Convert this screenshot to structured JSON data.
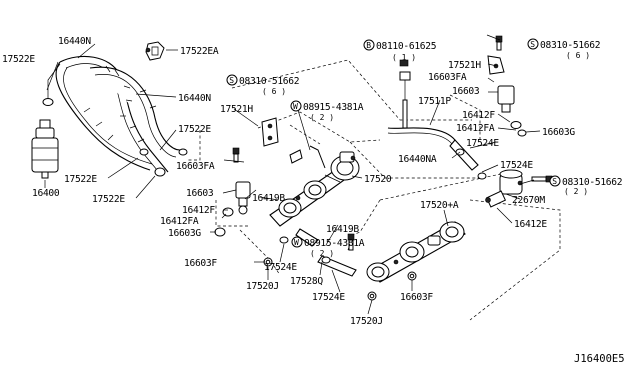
{
  "labels": {
    "l16440N_top": "16440N",
    "l17522E_topleft": "17522E",
    "l17522EA": "17522EA",
    "l16440N_mid": "16440N",
    "l17522E_mid": "17522E",
    "l17522E_lowerA": "17522E",
    "l16400": "16400",
    "l17522E_lowerB": "17522E",
    "l08110": "08110-61625",
    "l08110_qty": "( 1 )",
    "l08310_a": "08310-51662",
    "l08310_a_qty": "( 6 )",
    "l08310_b": "08310-51662",
    "l08310_b_qty": "( 6 )",
    "l08310_c": "08310-51662",
    "l08310_c_qty": "( 2 )",
    "l17521H_a": "17521H",
    "l17521H_b": "17521H",
    "l08915_a": "08915-4381A",
    "l08915_a_qty": "( 2 )",
    "l08915_b": "08915-4381A",
    "l08915_b_qty": "( 2 )",
    "l16603FA_a": "16603FA",
    "l16603FA_b": "16603FA",
    "l16603_a": "16603",
    "l16603_b": "16603",
    "l17511P": "17511P",
    "l16412F_a": "16412F",
    "l16412F_b": "16412F",
    "l16412FA_a": "16412FA",
    "l16412FA_b": "16412FA",
    "l16603G_a": "16603G",
    "l16603G_b": "16603G",
    "l17524E_a": "17524E",
    "l17524E_b": "17524E",
    "l17524E_c": "17524E",
    "l17524E_d": "17524E",
    "l16440NA": "16440NA",
    "l17520": "17520",
    "l17520A": "17520+A",
    "l16419B_a": "16419B",
    "l16419B_b": "16419B",
    "l22670M": "22670M",
    "l16412E": "16412E",
    "l16603F_a": "16603F",
    "l16603F_b": "16603F",
    "l17520J_a": "17520J",
    "l17520J_b": "17520J",
    "l17528Q": "17528Q",
    "circle_S": "S",
    "circle_B": "B",
    "circle_W": "W",
    "ref_code": "J16400E5"
  }
}
